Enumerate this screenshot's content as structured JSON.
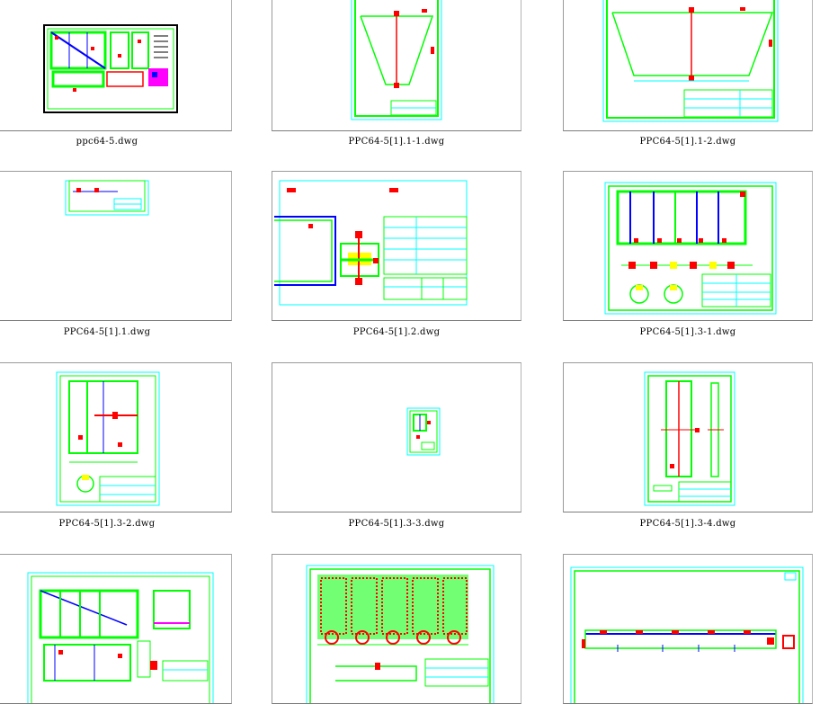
{
  "files": [
    {
      "name": "ppc64-5.dwg"
    },
    {
      "name": "PPC64-5[1].1-1.dwg"
    },
    {
      "name": "PPC64-5[1].1-2.dwg"
    },
    {
      "name": "PPC64-5[1].1.dwg"
    },
    {
      "name": "PPC64-5[1].2.dwg"
    },
    {
      "name": "PPC64-5[1].3-1.dwg"
    },
    {
      "name": "PPC64-5[1].3-2.dwg"
    },
    {
      "name": "PPC64-5[1].3-3.dwg"
    },
    {
      "name": "PPC64-5[1].3-4.dwg"
    },
    {
      "name": ""
    },
    {
      "name": ""
    },
    {
      "name": ""
    }
  ],
  "colors": {
    "cad_cyan": "#00ffff",
    "cad_green": "#00ff00",
    "cad_red": "#ff0000",
    "cad_blue": "#0000ff",
    "cad_magenta": "#ff00ff",
    "cad_yellow": "#ffff00",
    "paper": "#ffffff",
    "frame_border": "#9a9a9a"
  }
}
